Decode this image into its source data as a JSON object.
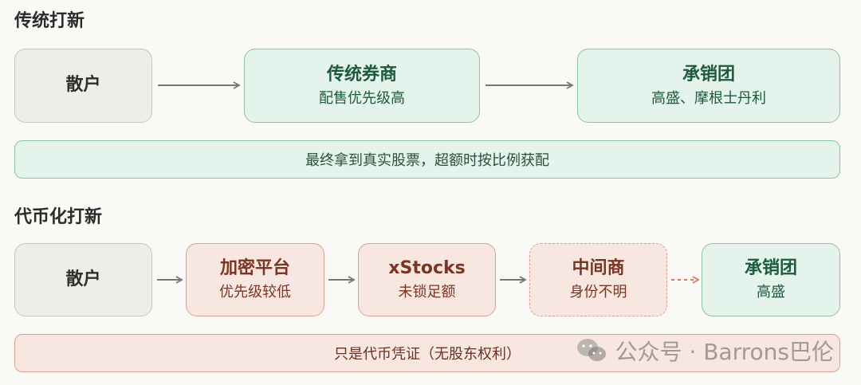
{
  "traditional": {
    "title": "传统打新",
    "retail": "散户",
    "broker": {
      "title": "传统券商",
      "sub": "配售优先级高"
    },
    "underwriter": {
      "title": "承销团",
      "sub": "高盛、摩根士丹利"
    },
    "result": "最终拿到真实股票，超额时按比例获配"
  },
  "tokenized": {
    "title": "代币化打新",
    "retail": "散户",
    "platform": {
      "title": "加密平台",
      "sub": "优先级较低"
    },
    "xstocks": {
      "title": "xStocks",
      "sub": "未锁足额"
    },
    "middleman": {
      "title": "中间商",
      "sub": "身份不明"
    },
    "underwriter": {
      "title": "承销团",
      "sub": "高盛"
    },
    "result": "只是代币凭证（无股东权利）"
  },
  "watermark": "公众号 · Barrons巴伦",
  "colors": {
    "neutral_fill": "#efede8",
    "green_fill": "#e4f3ec",
    "orange_fill": "#f8e7e0",
    "arrow": "#777777",
    "dashed_arrow": "#d77a5c"
  }
}
